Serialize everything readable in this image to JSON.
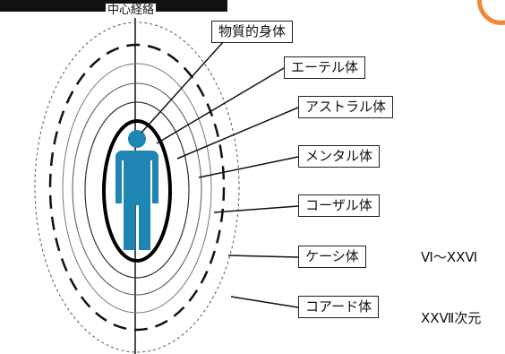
{
  "header": {
    "central_axis_label": "中心経絡"
  },
  "bodies": [
    {
      "label": "物質的身体"
    },
    {
      "label": "エーテル体"
    },
    {
      "label": "アストラル体"
    },
    {
      "label": "メンタル体"
    },
    {
      "label": "コーザル体"
    },
    {
      "label": "ケーシ体"
    },
    {
      "label": "コアード体"
    }
  ],
  "dimension_notes": {
    "kasi": "Ⅵ～ⅩⅩⅥ",
    "coard": "ⅩⅩⅦ次元"
  },
  "colors": {
    "figure": "#1f86b4",
    "accent": "#f0883a",
    "line": "#111111"
  },
  "icons": {
    "figure": "human-figure-icon"
  }
}
